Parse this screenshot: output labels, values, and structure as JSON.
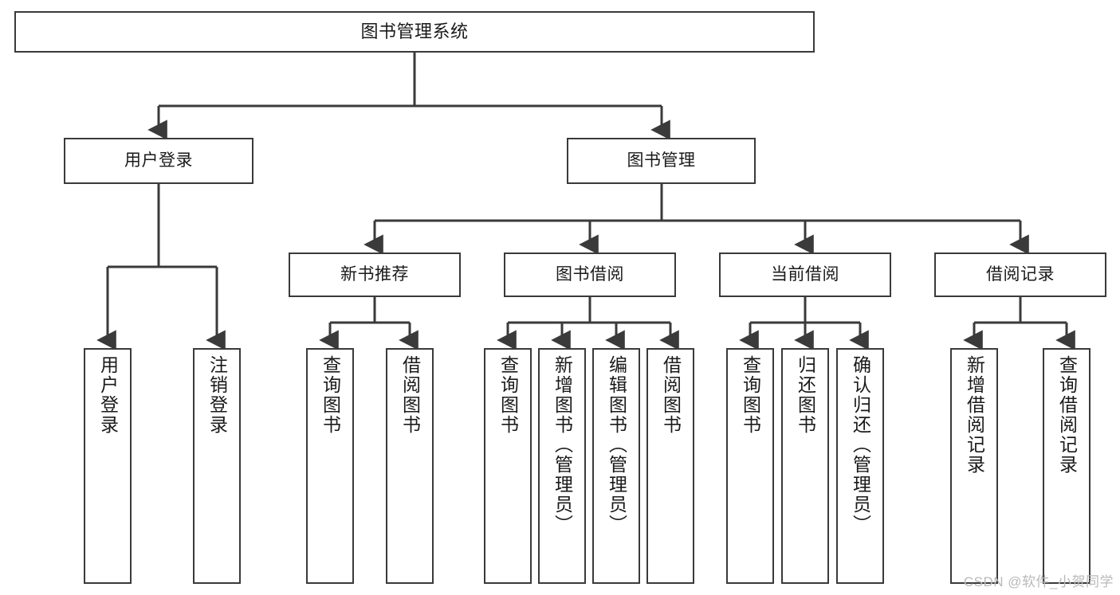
{
  "diagram": {
    "title": "图书管理系统",
    "type": "tree-hierarchy-diagram",
    "colors": {
      "border": "#3a3a3a",
      "background": "#ffffff",
      "text": "#1a1a1a",
      "edge": "#3a3a3a",
      "watermark": "#b9b9b9"
    },
    "root": {
      "label": "图书管理系统"
    },
    "level2": [
      {
        "label": "用户登录"
      },
      {
        "label": "图书管理"
      }
    ],
    "level3": [
      {
        "label": "新书推荐"
      },
      {
        "label": "图书借阅"
      },
      {
        "label": "当前借阅"
      },
      {
        "label": "借阅记录"
      }
    ],
    "leaves": {
      "user_login": [
        {
          "label": "用户登录"
        },
        {
          "label": "注销登录"
        }
      ],
      "new_book_recommend": [
        {
          "label": "查询图书"
        },
        {
          "label": "借阅图书"
        }
      ],
      "book_borrow": [
        {
          "label": "查询图书"
        },
        {
          "label": "新增图书（管理员）"
        },
        {
          "label": "编辑图书（管理员）"
        },
        {
          "label": "借阅图书"
        }
      ],
      "current_borrow": [
        {
          "label": "查询图书"
        },
        {
          "label": "归还图书"
        },
        {
          "label": "确认归还（管理员）"
        }
      ],
      "borrow_record": [
        {
          "label": "新增借阅记录"
        },
        {
          "label": "查询借阅记录"
        }
      ]
    }
  },
  "watermark": {
    "text": "CSDN @软件_小贺同学"
  }
}
